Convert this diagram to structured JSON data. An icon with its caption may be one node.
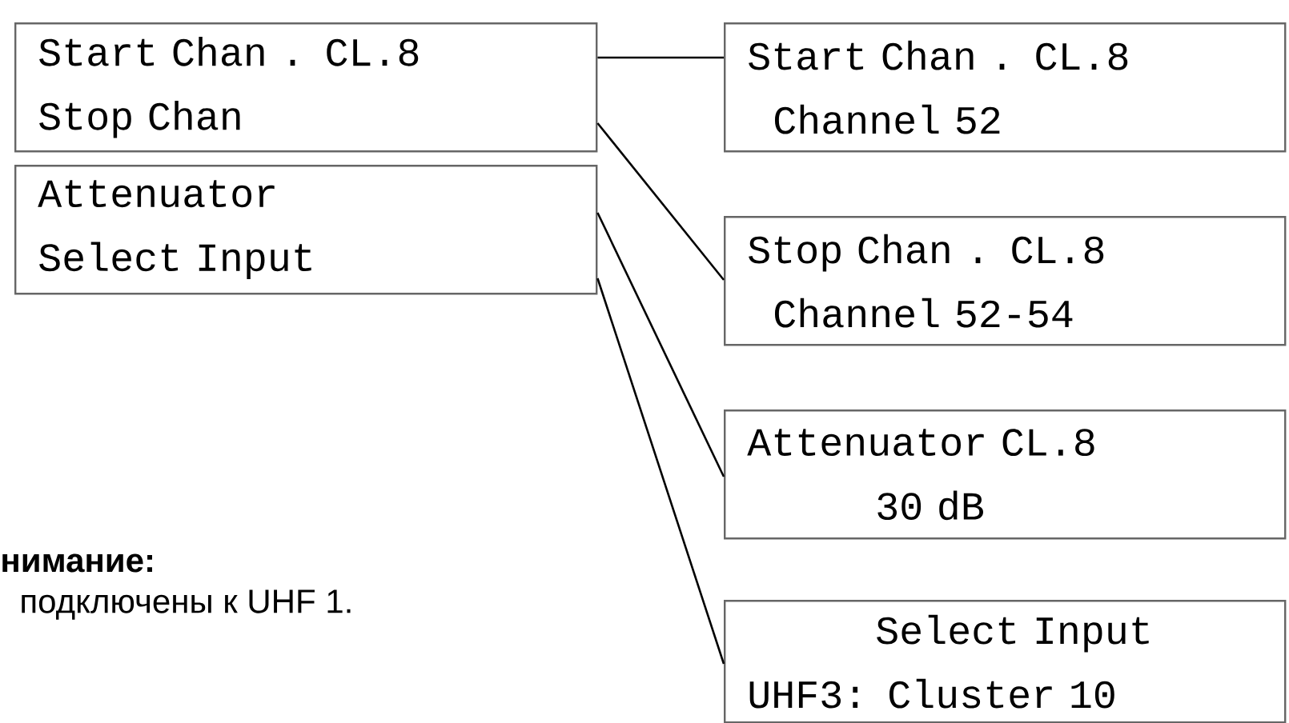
{
  "diagram": {
    "nodes": [
      {
        "text": [
          "Start Chan . CL.8",
          "Stop Chan"
        ]
      },
      {
        "text": [
          "Attenuator",
          "Select Input"
        ]
      },
      {
        "text": [
          "Start Chan . CL.8",
          "Channel 52"
        ]
      },
      {
        "text": [
          "Stop Chan . CL.8",
          "Channel 52-54"
        ]
      },
      {
        "text": [
          "Attenuator CL.8",
          "30 dB"
        ]
      },
      {
        "text": [
          "Select Input",
          "UHF3: Cluster 10"
        ]
      }
    ],
    "edges": [
      {
        "from": 0,
        "to": 2,
        "arrow": "none"
      },
      {
        "from": 0,
        "to": 3,
        "arrow": "none"
      },
      {
        "from": 1,
        "to": 4,
        "arrow": "none"
      },
      {
        "from": 1,
        "to": 5,
        "arrow": "none"
      }
    ],
    "labels": [
      "нимание:",
      "подключены к UHF 1."
    ]
  }
}
